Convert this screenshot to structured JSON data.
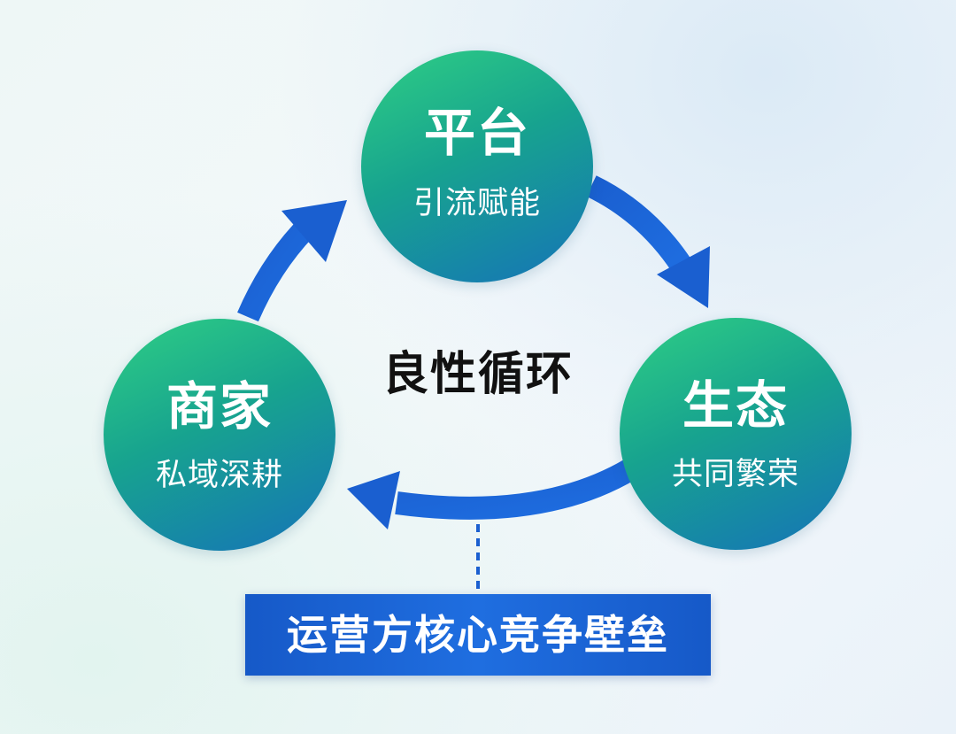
{
  "nodes": {
    "platform": {
      "title": "平台",
      "subtitle": "引流赋能"
    },
    "merchant": {
      "title": "商家",
      "subtitle": "私域深耕"
    },
    "ecology": {
      "title": "生态",
      "subtitle": "共同繁荣"
    }
  },
  "center_label": "良性循环",
  "bottom_label": "运营方核心竞争壁垒",
  "colors": {
    "node_gradient_start": "#2fcf84",
    "node_gradient_end": "#1673b8",
    "arrow": "#1760d0",
    "bottom_box": "#1a64d4",
    "center_text": "#111111"
  }
}
